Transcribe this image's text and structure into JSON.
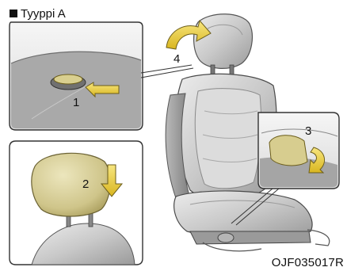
{
  "header": {
    "title": "Tyyppi A"
  },
  "steps": [
    "1",
    "2",
    "3",
    "4"
  ],
  "figure_code": "OJF035017R",
  "colors": {
    "arrow_fill": "#e8cf3a",
    "arrow_stroke": "#6b5d1a",
    "panel_bg": "#eeeeee",
    "seat_light": "#d2d2d2",
    "seat_dark": "#8c8c8c",
    "outline": "#4a4a4a",
    "headrest_beige": "#d8cf98"
  },
  "icons": {
    "title_bullet": "square-bullet-icon"
  }
}
